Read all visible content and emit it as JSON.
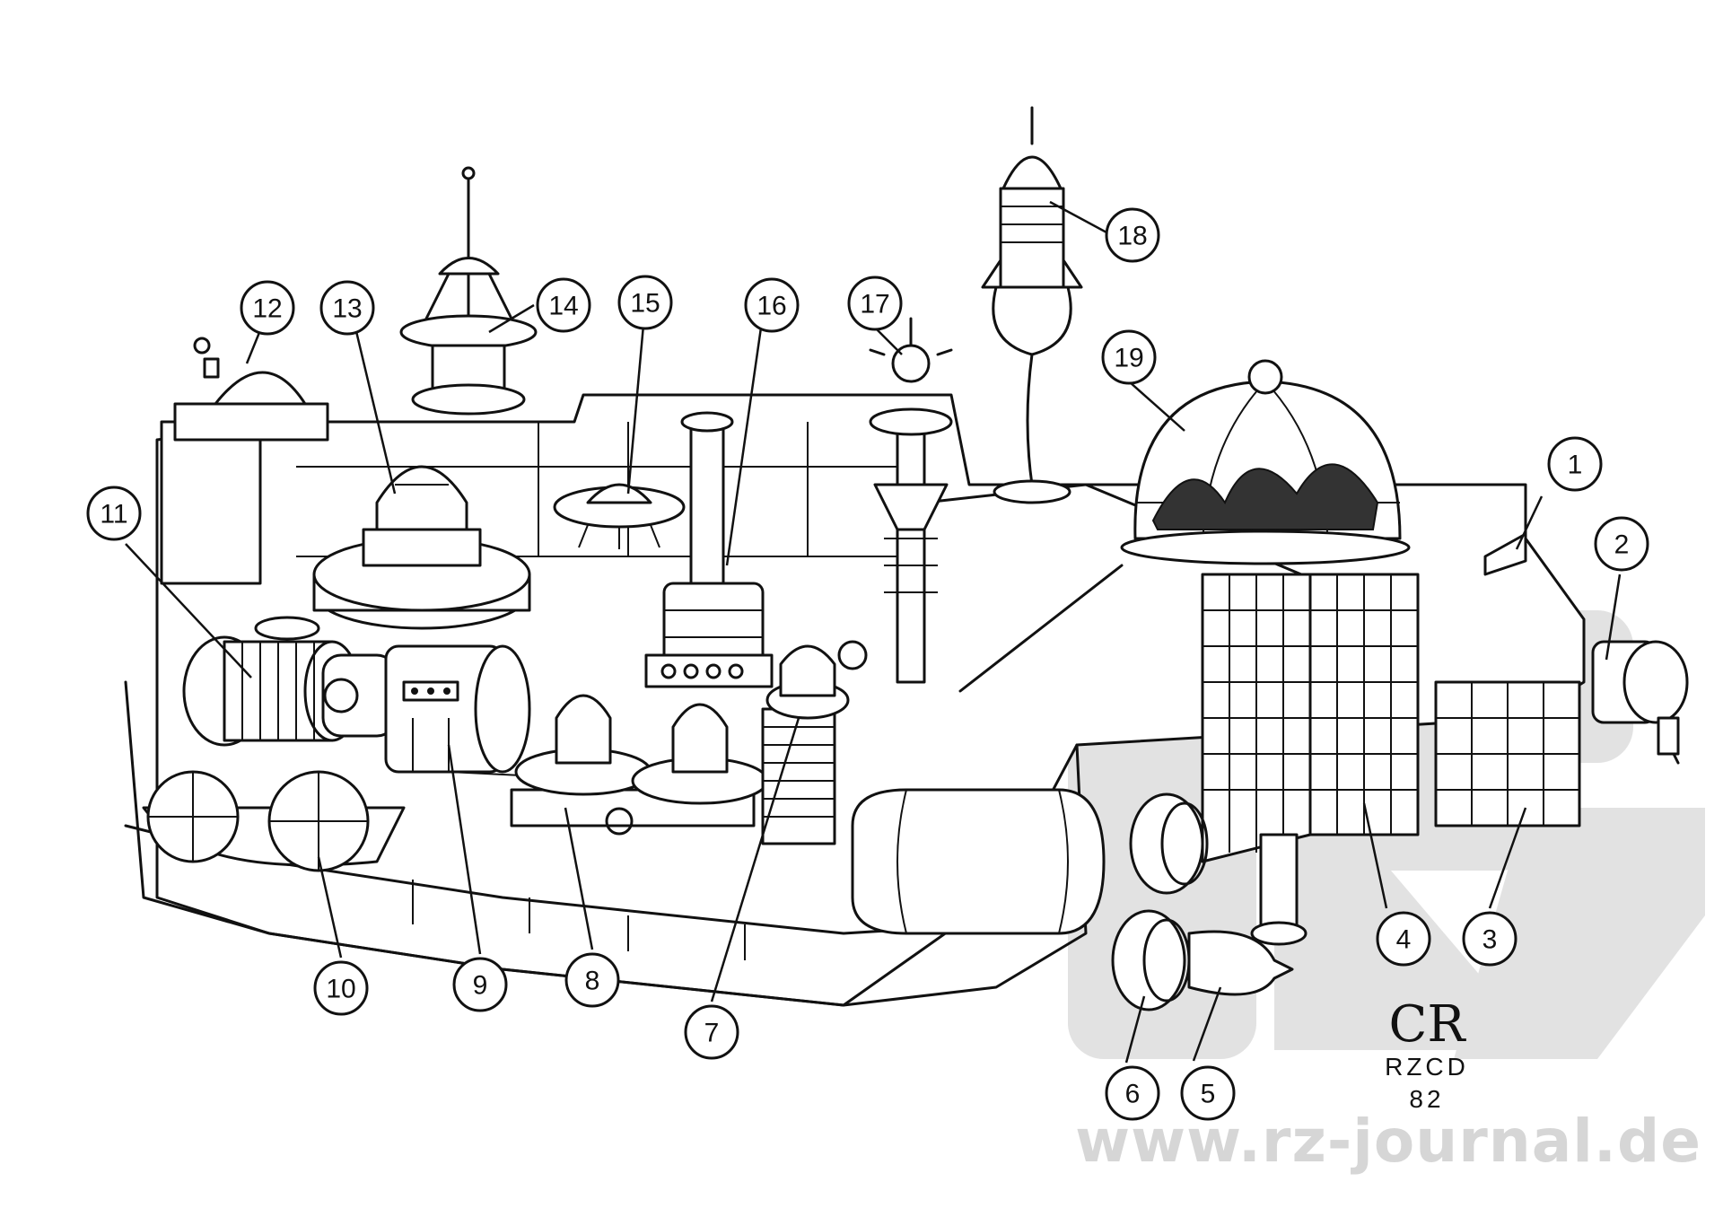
{
  "diagram": {
    "callouts": [
      {
        "label": "1"
      },
      {
        "label": "2"
      },
      {
        "label": "3"
      },
      {
        "label": "4"
      },
      {
        "label": "5"
      },
      {
        "label": "6"
      },
      {
        "label": "7"
      },
      {
        "label": "8"
      },
      {
        "label": "9"
      },
      {
        "label": "10"
      },
      {
        "label": "11"
      },
      {
        "label": "12"
      },
      {
        "label": "13"
      },
      {
        "label": "14"
      },
      {
        "label": "15"
      },
      {
        "label": "16"
      },
      {
        "label": "17"
      },
      {
        "label": "18"
      },
      {
        "label": "19"
      }
    ],
    "signature": {
      "monogram": "CR",
      "line1": "RZCD",
      "line2": "82"
    }
  },
  "watermark": {
    "text": "www.rz-journal.de",
    "logo_color": "#dddddd"
  },
  "colors": {
    "ink": "#111111",
    "paper": "#ffffff",
    "watermark": "#d6d6d6"
  }
}
